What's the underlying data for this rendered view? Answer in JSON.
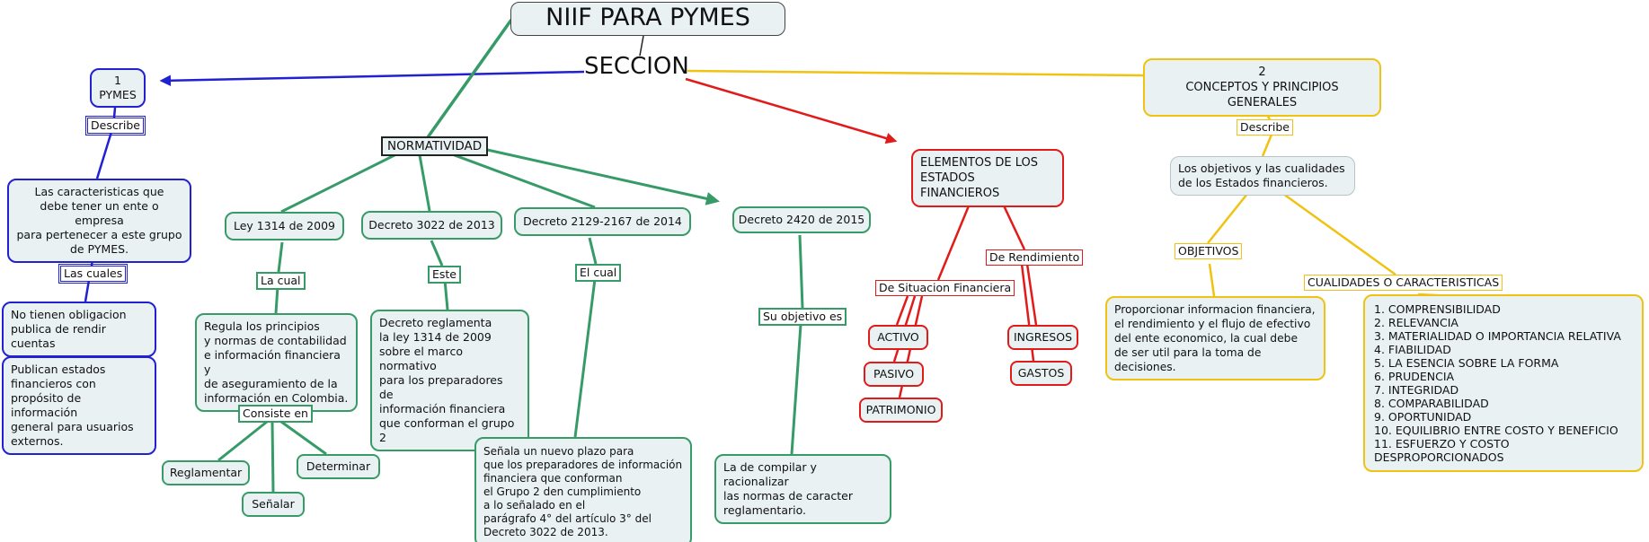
{
  "colors": {
    "blue": "#2121d1",
    "green": "#379b68",
    "red": "#e11a1a",
    "yellow": "#f0c211",
    "node_fill": "#e9f1f3",
    "ink": "#111111"
  },
  "header": {
    "title": "NIIF PARA PYMES",
    "connector": "SECCION"
  },
  "pymes": {
    "node": "1\nPYMES",
    "describe": "Describe",
    "caracteristicas": "Las caracteristicas que\ndebe tener un ente o empresa\npara pertenecer a este grupo\nde PYMES.",
    "las_cuales": "Las cuales",
    "no_obligacion": "No tienen obligacion\npublica de rendir cuentas",
    "publican": "Publican estados\nfinancieros con\npropósito de información\ngeneral para usuarios\nexternos."
  },
  "normatividad": {
    "node": "NORMATIVIDAD",
    "ley1314": {
      "node": "Ley 1314 de 2009",
      "la_cual": "La cual",
      "regula": "Regula los principios\ny normas de contabilidad\ne información financiera y\nde aseguramiento de la\ninformación en Colombia.",
      "consiste_en": "Consiste en",
      "reglamentar": "Reglamentar",
      "senalar": "Señalar",
      "determinar": "Determinar"
    },
    "decreto3022": {
      "node": "Decreto 3022 de 2013",
      "este": "Este",
      "detalle": "Decreto reglamenta\nla ley 1314 de 2009\nsobre el marco normativo\npara los preparadores de\ninformación financiera\nque conforman el grupo 2"
    },
    "decreto2129": {
      "node": "Decreto 2129-2167 de 2014",
      "el_cual": "El cual",
      "detalle": "Señala un nuevo plazo para\nque los preparadores de información\nfinanciera que conforman\nel Grupo 2 den cumplimiento\na lo señalado en el\nparágrafo 4° del artículo 3° del\nDecreto 3022 de 2013."
    },
    "decreto2420": {
      "node": "Decreto 2420 de 2015",
      "su_objetivo": "Su objetivo es",
      "detalle": "La de compilar y racionalizar\nlas normas de caracter\nreglamentario."
    }
  },
  "elementos": {
    "node": "ELEMENTOS DE LOS\nESTADOS FINANCIEROS",
    "de_situacion": "De Situacion Financiera",
    "de_rendimiento": "De Rendimiento",
    "activo": "ACTIVO",
    "pasivo": "PASIVO",
    "patrimonio": "PATRIMONIO",
    "ingresos": "INGRESOS",
    "gastos": "GASTOS"
  },
  "conceptos": {
    "node": "2\nCONCEPTOS Y PRINCIPIOS GENERALES",
    "describe": "Describe",
    "objetivos_cualidades": "Los objetivos y las cualidades\nde los Estados financieros.",
    "objetivos_label": "OBJETIVOS",
    "cualidades_label": "CUALIDADES O CARACTERISTICAS",
    "objetivos_detalle": "Proporcionar informacion financiera,\nel rendimiento y el flujo de efectivo\ndel ente economico, la cual debe\nde ser util para la toma de decisiones.",
    "cualidades_detalle": "1. COMPRENSIBILIDAD\n2. RELEVANCIA\n3. MATERIALIDAD O IMPORTANCIA RELATIVA\n4. FIABILIDAD\n5. LA ESENCIA SOBRE LA FORMA\n6. PRUDENCIA\n7. INTEGRIDAD\n8. COMPARABILIDAD\n9. OPORTUNIDAD\n10. EQUILIBRIO ENTRE COSTO Y BENEFICIO\n11. ESFUERZO Y COSTO DESPROPORCIONADOS"
  }
}
